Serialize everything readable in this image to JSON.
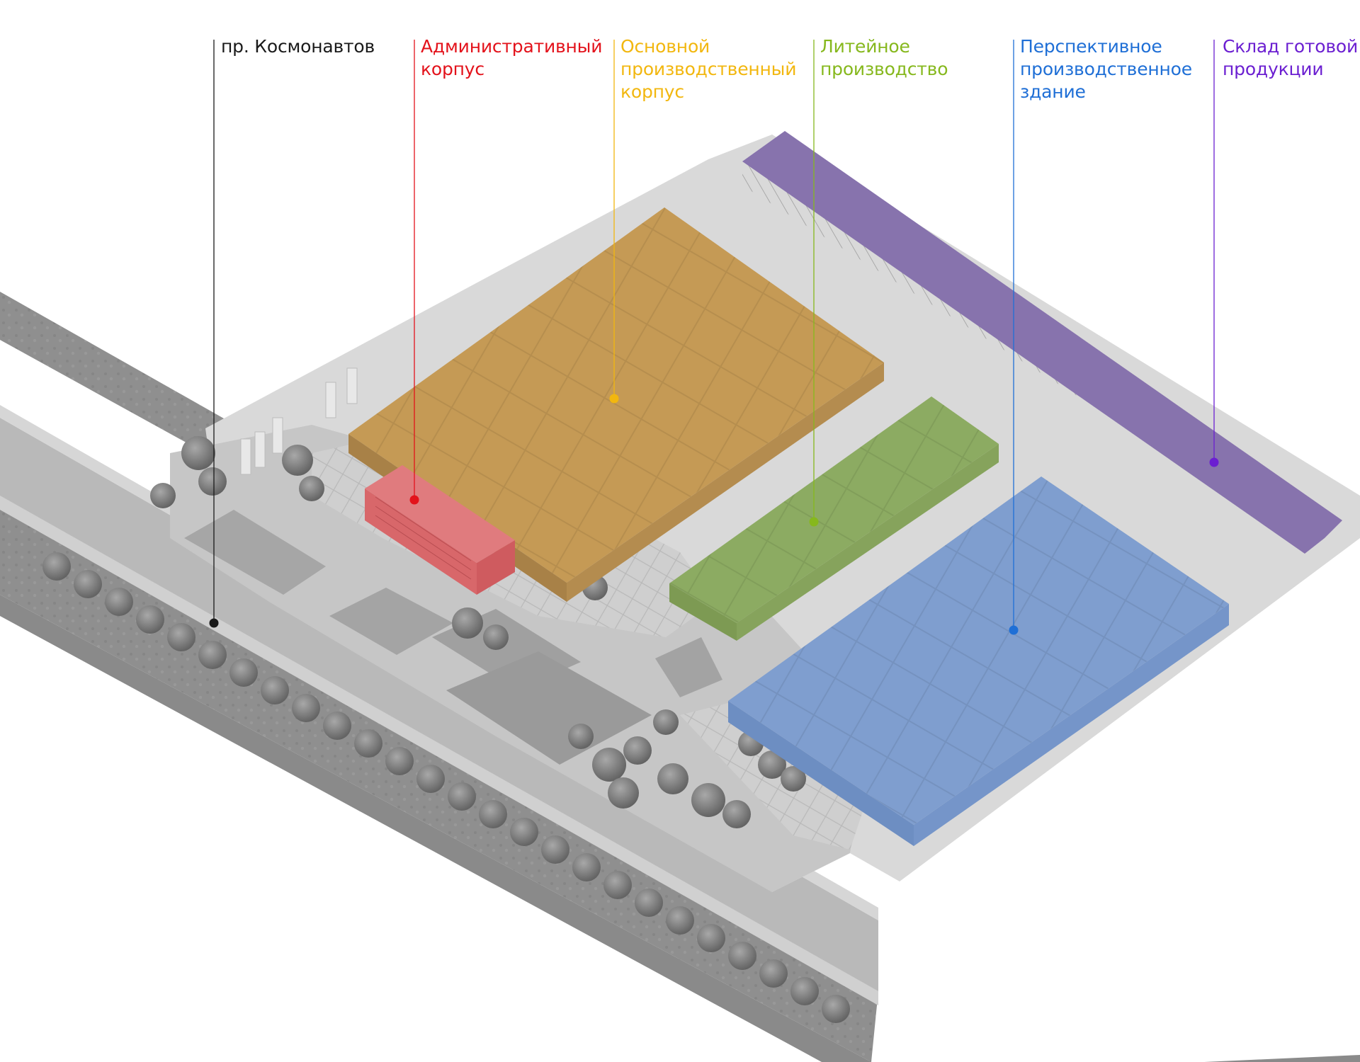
{
  "labels": {
    "road": {
      "text": "пр. Космонавтов",
      "color": "#1a1a1a"
    },
    "admin": {
      "text": "Административный\nкорпус",
      "color": "#e3121b"
    },
    "main": {
      "text": "Основной\nпроизводственный\nкорпус",
      "color": "#f2b70f"
    },
    "foundry": {
      "text": "Литейное\nпроизводство",
      "color": "#86b81d"
    },
    "prospective": {
      "text": "Перспективное\nпроизводственное\nздание",
      "color": "#1f6fd6"
    },
    "warehouse": {
      "text": "Склад готовой\nпродукции",
      "color": "#6b1fd1"
    }
  },
  "building_colors": {
    "admin": "#e07b7e",
    "main": "#c59a55",
    "foundry": "#8cab62",
    "prospective": "#7f9ecf",
    "warehouse": "#8773ad"
  }
}
